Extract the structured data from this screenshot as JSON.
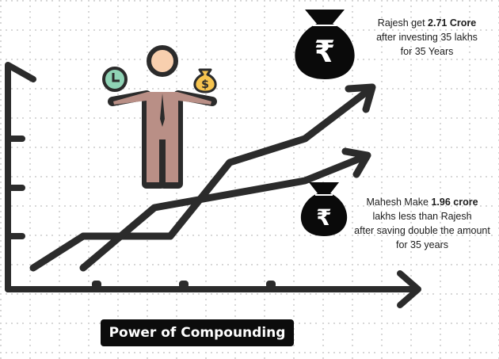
{
  "title": "Power of Compounding",
  "rajesh_caption": {
    "line1_prefix": "Rajesh get ",
    "line1_bold": "2.71 Crore",
    "line2": "after investing 35 lakhs",
    "line3": "for 35 Years"
  },
  "mahesh_caption": {
    "line1_prefix": "Mahesh Make ",
    "line1_bold": "1.96 crore",
    "line2": "lakhs less than Rajesh ",
    "line3": "after saving double the amount",
    "line4": "for 35 years"
  },
  "icons": {
    "money_bag_symbol": "₹",
    "small_bag_symbol": "$"
  },
  "colors": {
    "line": "#2b2b2b",
    "clock": "#8fd3b5",
    "bag_yellow": "#f6c44f",
    "skin": "#f8cfae",
    "suit": "#b98f86"
  }
}
